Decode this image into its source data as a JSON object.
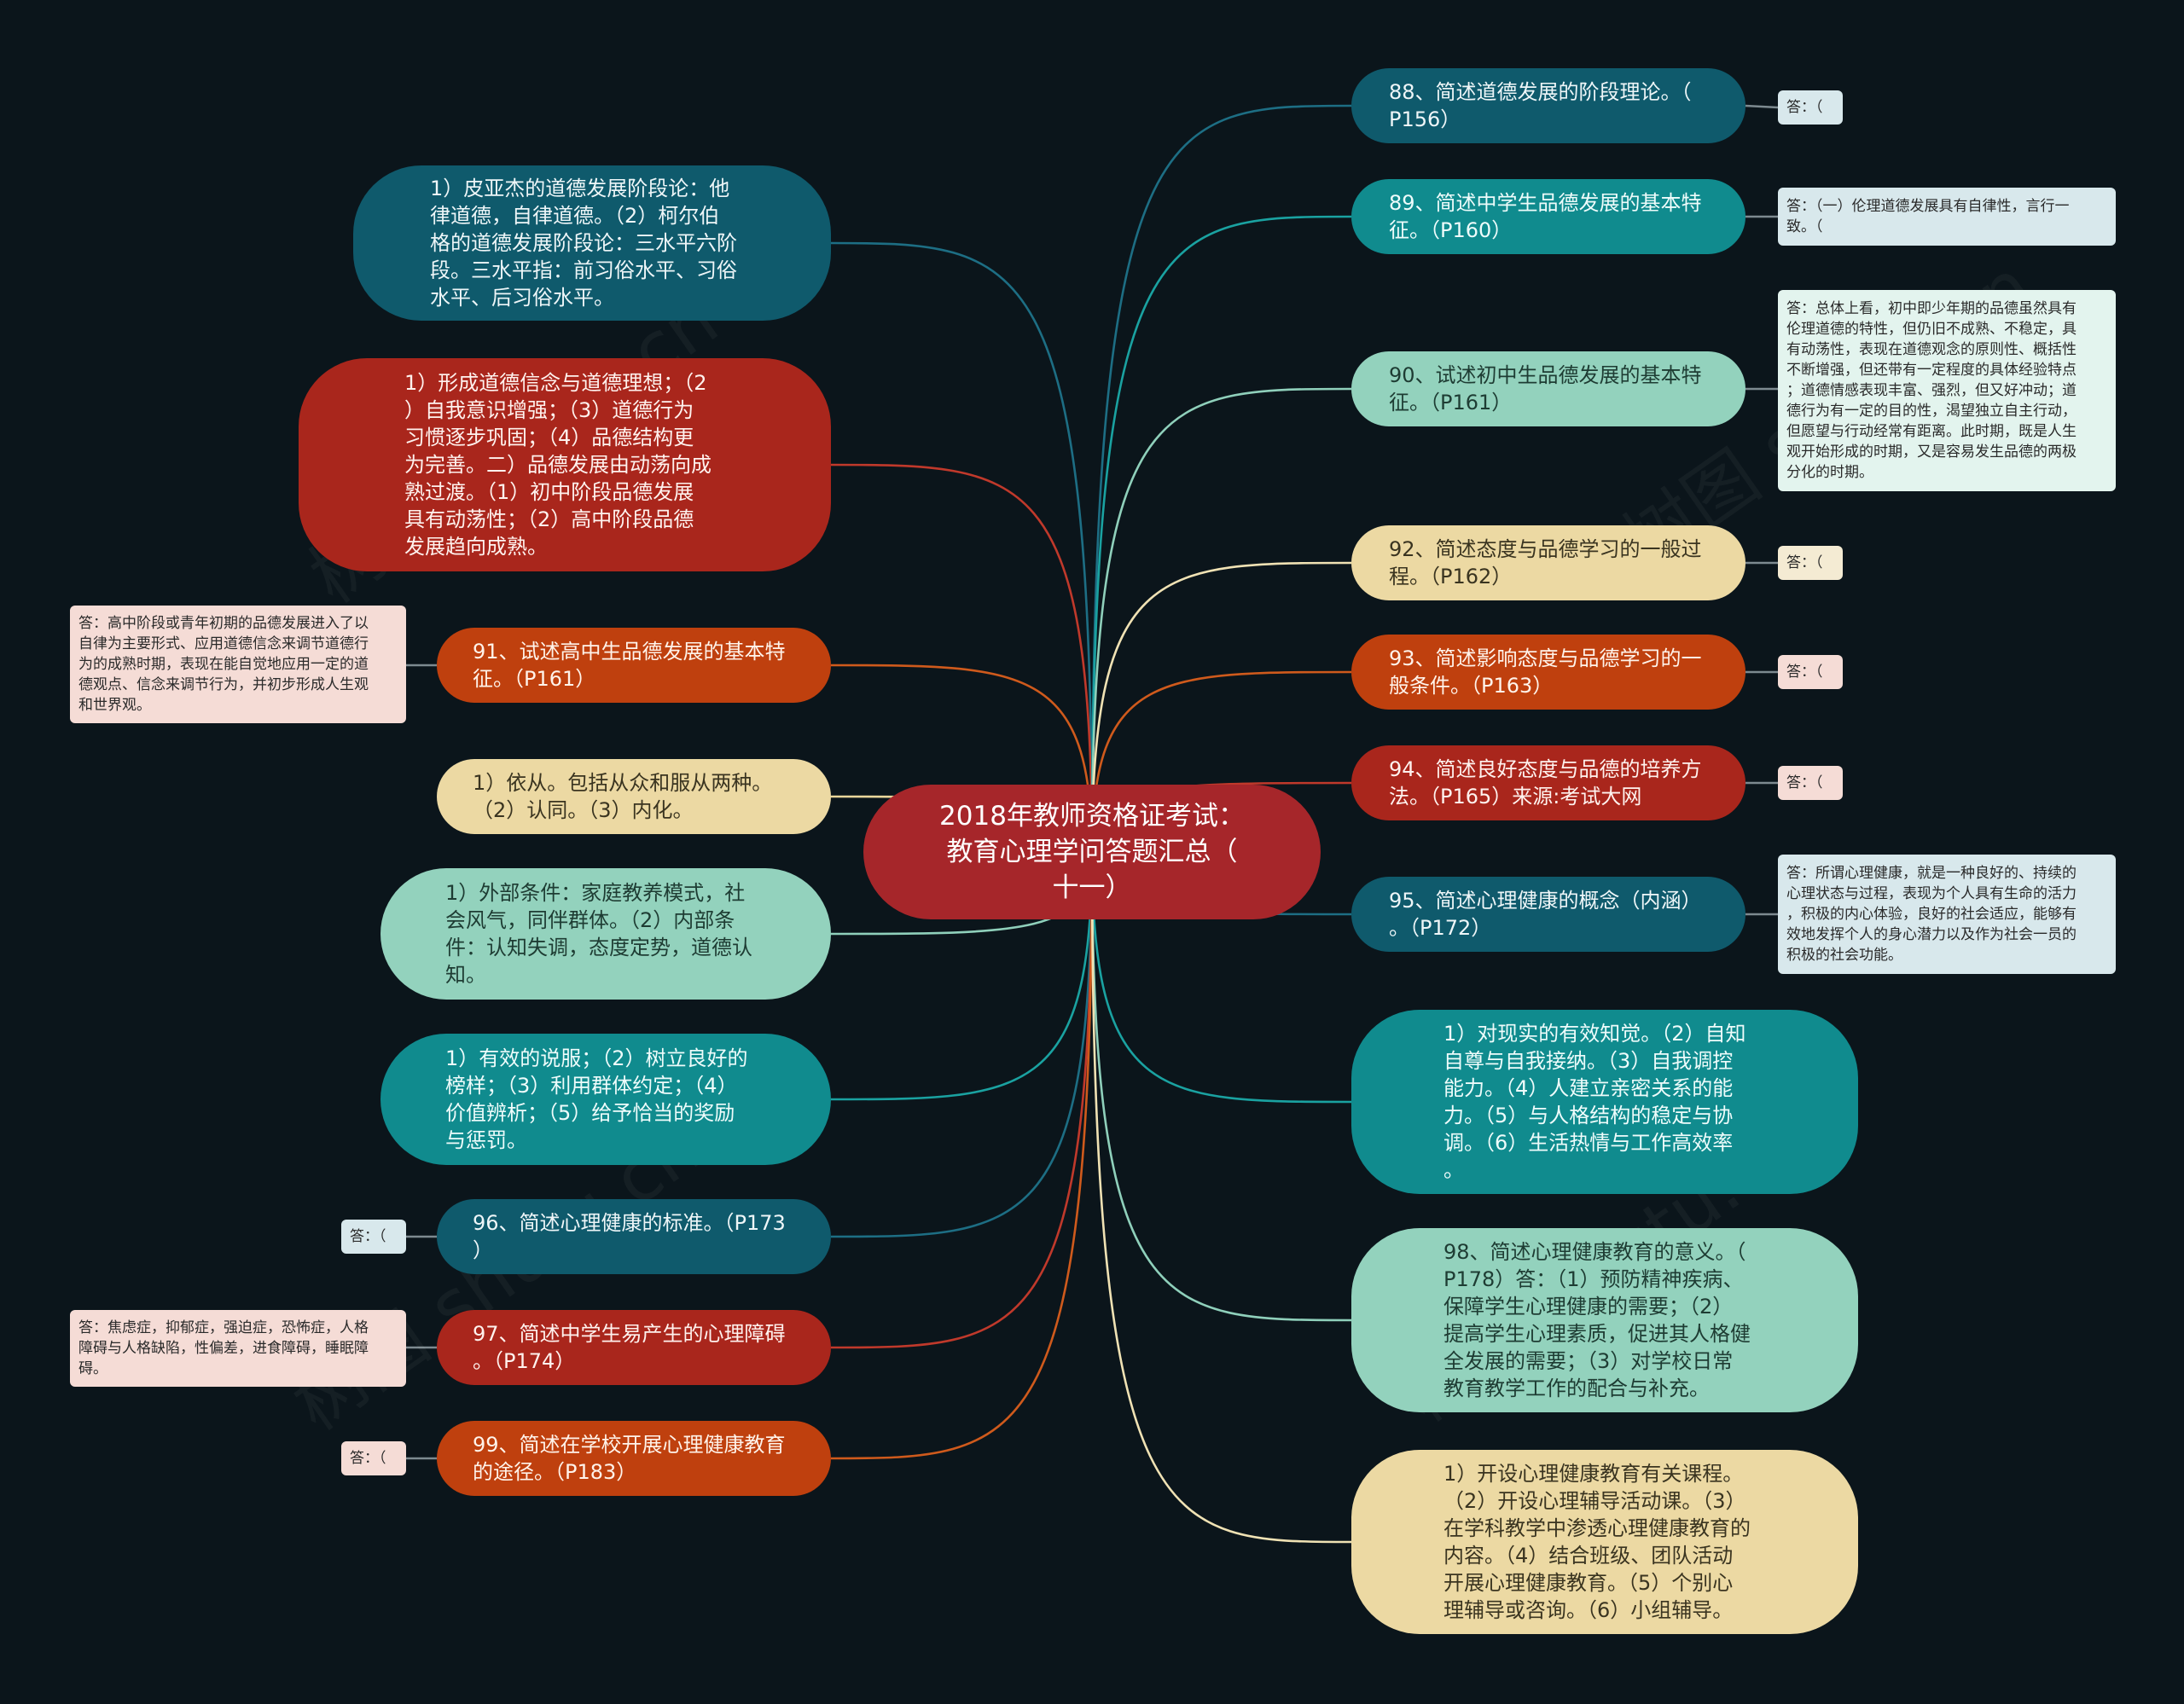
{
  "center": {
    "text": "2018年教师资格证考试：\n教育心理学问答题汇总（\n十一）"
  },
  "watermark": "树图 shutu.cn",
  "left": [
    {
      "text": "1）皮亚杰的道德发展阶段论：他\n律道德，自律道德。（2）柯尔伯\n格的道德发展阶段论：三水平六阶\n段。三水平指：前习俗水平、习俗\n水平、后习俗水平。"
    },
    {
      "text": "1）形成道德信念与道德理想；（2\n）自我意识增强；（3）道德行为\n习惯逐步巩固；（4）品德结构更\n为完善。二）品德发展由动荡向成\n熟过渡。（1）初中阶段品德发展\n具有动荡性；（2）高中阶段品德\n发展趋向成熟。"
    },
    {
      "text": "91、试述高中生品德发展的基本特\n征。（P161）",
      "note": "答：高中阶段或青年初期的品德发展进入了以\n自律为主要形式、应用道德信念来调节道德行\n为的成熟时期，表现在能自觉地应用一定的道\n德观点、信念来调节行为，并初步形成人生观\n和世界观。"
    },
    {
      "text": "1）依从。包括从众和服从两种。\n（2）认同。（3）内化。"
    },
    {
      "text": "1）外部条件：家庭教养模式，社\n会风气，同伴群体。（2）内部条\n件：认知失调，态度定势，道德认\n知。"
    },
    {
      "text": "1）有效的说服；（2）树立良好的\n榜样；（3）利用群体约定；（4）\n价值辨析；（5）给予恰当的奖励\n与惩罚。"
    },
    {
      "text": "96、简述心理健康的标准。（P173\n）",
      "note": "答：（"
    },
    {
      "text": "97、简述中学生易产生的心理障碍\n。（P174）",
      "note": "答：焦虑症，抑郁症，强迫症，恐怖症，人格\n障碍与人格缺陷，性偏差，进食障碍，睡眠障\n碍。"
    },
    {
      "text": "99、简述在学校开展心理健康教育\n的途径。（P183）",
      "note": "答：（"
    }
  ],
  "right": [
    {
      "text": "88、简述道德发展的阶段理论。（\nP156）",
      "note": "答：（"
    },
    {
      "text": "89、简述中学生品德发展的基本特\n征。（P160）",
      "note": "答：（一）伦理道德发展具有自律性，言行一\n致。（"
    },
    {
      "text": "90、试述初中生品德发展的基本特\n征。（P161）",
      "note": "答：总体上看，初中即少年期的品德虽然具有\n伦理道德的特性，但仍旧不成熟、不稳定，具\n有动荡性，表现在道德观念的原则性、概括性\n不断增强，但还带有一定程度的具体经验特点\n；道德情感表现丰富、强烈，但又好冲动；道\n德行为有一定的目的性，渴望独立自主行动，\n但愿望与行动经常有距离。此时期，既是人生\n观开始形成的时期，又是容易发生品德的两极\n分化的时期。"
    },
    {
      "text": "92、简述态度与品德学习的一般过\n程。（P162）",
      "note": "答：（"
    },
    {
      "text": "93、简述影响态度与品德学习的一\n般条件。（P163）",
      "note": "答：（"
    },
    {
      "text": "94、简述良好态度与品德的培养方\n法。（P165）来源:考试大网",
      "note": "答：（"
    },
    {
      "text": "95、简述心理健康的概念（内涵）\n。（P172）",
      "note": "答：所谓心理健康，就是一种良好的、持续的\n心理状态与过程，表现为个人具有生命的活力\n，积极的内心体验，良好的社会适应，能够有\n效地发挥个人的身心潜力以及作为社会一员的\n积极的社会功能。"
    },
    {
      "text": "1）对现实的有效知觉。（2）自知\n自尊与自我接纳。（3）自我调控\n能力。（4）人建立亲密关系的能\n力。（5）与人格结构的稳定与协\n调。（6）生活热情与工作高效率\n。"
    },
    {
      "text": "98、简述心理健康教育的意义。（\nP178）答：（1）预防精神疾病、\n保障学生心理健康的需要；（2）\n提高学生心理素质，促进其人格健\n全发展的需要；（3）对学校日常\n教育教学工作的配合与补充。"
    },
    {
      "text": "1）开设心理健康教育有关课程。\n（2）开设心理辅导活动课。（3）\n在学科教学中渗透心理健康教育的\n内容。（4）结合班级、团队活动\n开展心理健康教育。（5）个别心\n理辅导或咨询。（6）小组辅导。"
    }
  ]
}
